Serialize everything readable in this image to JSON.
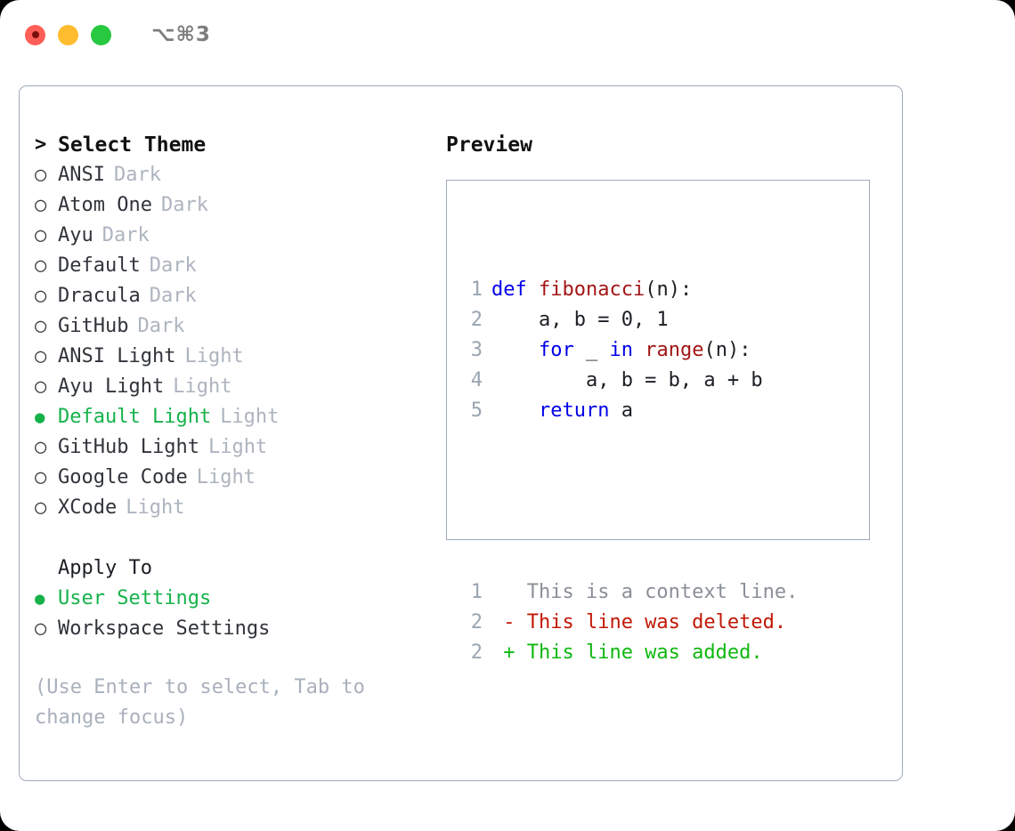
{
  "titlebar": {
    "lights": [
      {
        "name": "close",
        "color": "#ff5f57"
      },
      {
        "name": "minimize",
        "color": "#febc2e"
      },
      {
        "name": "zoom",
        "color": "#28c840"
      }
    ],
    "shortcut": "⌥⌘3"
  },
  "theme_picker": {
    "heading_marker": ">",
    "heading": "Select Theme",
    "selected_marker": "●",
    "unselected_marker": "○",
    "items": [
      {
        "marker": "○",
        "name": "ANSI",
        "kind": "Dark",
        "selected": false
      },
      {
        "marker": "○",
        "name": "Atom One",
        "kind": "Dark",
        "selected": false
      },
      {
        "marker": "○",
        "name": "Ayu",
        "kind": "Dark",
        "selected": false
      },
      {
        "marker": "○",
        "name": "Default",
        "kind": "Dark",
        "selected": false
      },
      {
        "marker": "○",
        "name": "Dracula",
        "kind": "Dark",
        "selected": false
      },
      {
        "marker": "○",
        "name": "GitHub",
        "kind": "Dark",
        "selected": false
      },
      {
        "marker": "○",
        "name": "ANSI Light",
        "kind": "Light",
        "selected": false
      },
      {
        "marker": "○",
        "name": "Ayu Light",
        "kind": "Light",
        "selected": false
      },
      {
        "marker": "●",
        "name": "Default Light",
        "kind": "Light",
        "selected": true
      },
      {
        "marker": "○",
        "name": "GitHub Light",
        "kind": "Light",
        "selected": false
      },
      {
        "marker": "○",
        "name": "Google Code",
        "kind": "Light",
        "selected": false
      },
      {
        "marker": "○",
        "name": "XCode",
        "kind": "Light",
        "selected": false
      }
    ]
  },
  "apply_to": {
    "heading": "Apply To",
    "options": [
      {
        "marker": "●",
        "label": "User Settings",
        "selected": true
      },
      {
        "marker": "○",
        "label": "Workspace Settings",
        "selected": false
      }
    ]
  },
  "hint": "(Use Enter to select, Tab to\nchange focus)",
  "preview": {
    "title": "Preview",
    "code_lines": [
      {
        "num": "1",
        "parts": [
          {
            "t": "def ",
            "c": "kw"
          },
          {
            "t": "fibonacci",
            "c": "fn"
          },
          {
            "t": "(n):",
            "c": "plain"
          }
        ]
      },
      {
        "num": "2",
        "parts": [
          {
            "t": "    a, b = 0, 1",
            "c": "plain"
          }
        ]
      },
      {
        "num": "3",
        "parts": [
          {
            "t": "    ",
            "c": "plain"
          },
          {
            "t": "for",
            "c": "kw"
          },
          {
            "t": " _ ",
            "c": "plain"
          },
          {
            "t": "in",
            "c": "kw"
          },
          {
            "t": " ",
            "c": "plain"
          },
          {
            "t": "range",
            "c": "fn"
          },
          {
            "t": "(n):",
            "c": "plain"
          }
        ]
      },
      {
        "num": "4",
        "parts": [
          {
            "t": "        a, b = b, a + b",
            "c": "plain"
          }
        ]
      },
      {
        "num": "5",
        "parts": [
          {
            "t": "    ",
            "c": "plain"
          },
          {
            "t": "return",
            "c": "kw"
          },
          {
            "t": " a",
            "c": "plain"
          }
        ]
      }
    ],
    "diff_lines": [
      {
        "num": "1",
        "parts": [
          {
            "t": "   This is a context line.",
            "c": "ctx"
          }
        ]
      },
      {
        "num": "2",
        "parts": [
          {
            "t": " - This line was deleted.",
            "c": "del"
          }
        ]
      },
      {
        "num": "2",
        "parts": [
          {
            "t": " + This line was added.",
            "c": "add"
          }
        ]
      }
    ]
  },
  "colors": {
    "accent_green": "#15b24a",
    "muted": "#aeb4bf",
    "border": "#9fa9bb",
    "keyword": "#0000e8",
    "function": "#a31515",
    "diff_add": "#0fb810",
    "diff_del": "#c21807"
  }
}
